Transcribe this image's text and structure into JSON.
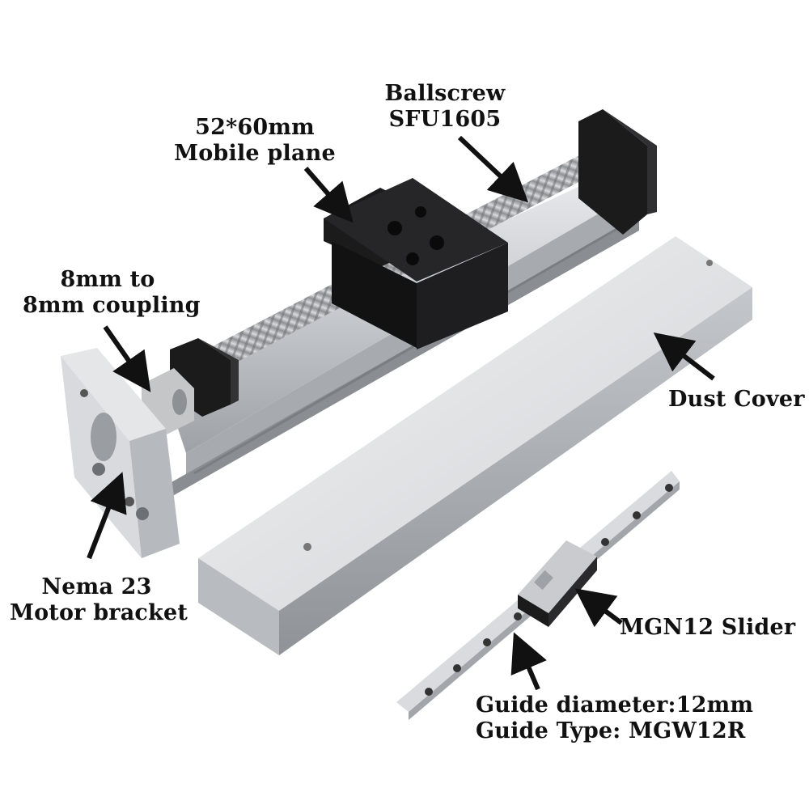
{
  "labels": {
    "ballscrew": {
      "line1": "Ballscrew",
      "line2": "SFU1605"
    },
    "mobile_plane": {
      "line1": "52*60mm",
      "line2": "Mobile plane"
    },
    "coupling": {
      "line1": "8mm to",
      "line2": "8mm coupling"
    },
    "dust_cover": {
      "line1": "Dust Cover"
    },
    "motor_bracket": {
      "line1": "Nema 23",
      "line2": "Motor bracket"
    },
    "slider": {
      "line1": "MGN12 Slider"
    },
    "guide": {
      "line1": "Guide diameter:12mm",
      "line2": "Guide Type: MGW12R"
    }
  },
  "colors": {
    "aluminum": "#c9ccd0",
    "aluminum_light": "#e6e8ea",
    "aluminum_dark": "#9a9ea3",
    "black_part": "#1b1b1c",
    "screw": "#a9abad",
    "arrow": "#111111"
  }
}
